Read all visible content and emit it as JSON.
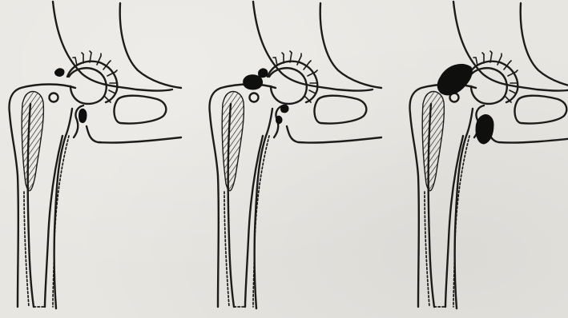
{
  "figure": {
    "background_color": "#e8e6e1",
    "ink_color": "#1c1b19",
    "panels": [
      {
        "id": "panel-1"
      },
      {
        "id": "panel-2"
      },
      {
        "id": "panel-3"
      }
    ]
  }
}
